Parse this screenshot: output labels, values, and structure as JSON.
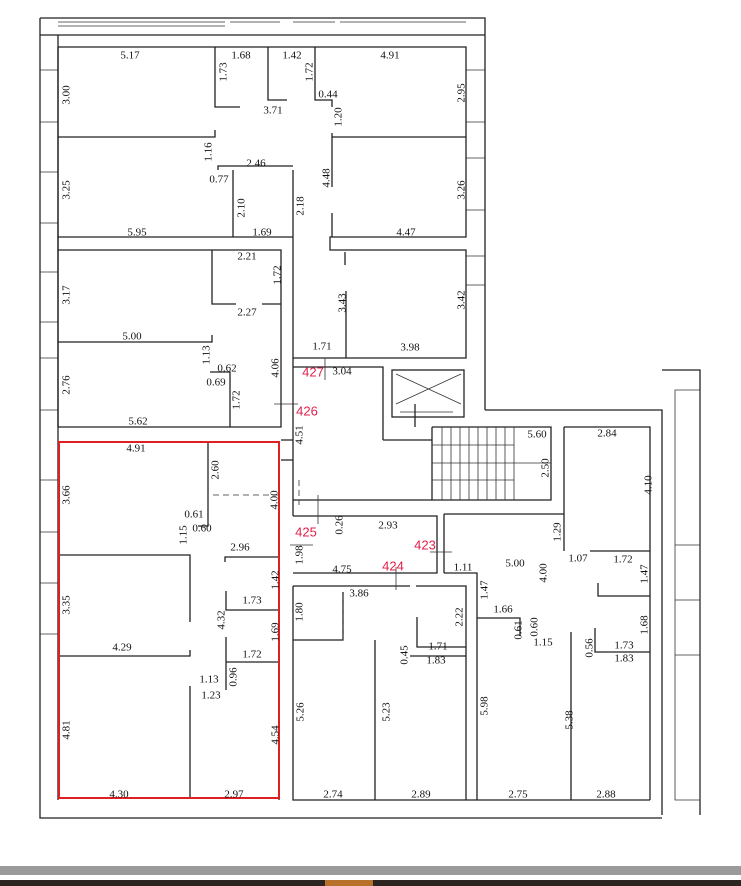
{
  "rooms": {
    "r427": "427",
    "r426": "426",
    "r425": "425",
    "r424": "424",
    "r423": "423"
  },
  "highlight_color": "#e02020",
  "labels": [
    "5.17",
    "1.68",
    "1.42",
    "4.91",
    "1.73",
    "1.72",
    "3.00",
    "2.95",
    "0.44",
    "3.71",
    "1.20",
    "1.16",
    "2.46",
    "0.77",
    "4.48",
    "3.25",
    "3.26",
    "2.10",
    "2.18",
    "5.95",
    "1.69",
    "4.47",
    "2.21",
    "1.72",
    "3.17",
    "2.27",
    "3.43",
    "3.42",
    "5.00",
    "1.13",
    "1.71",
    "3.98",
    "0.62",
    "3.04",
    "4.06",
    "0.69",
    "2.76",
    "1.72",
    "5.62",
    "4.51",
    "4.91",
    "2.60",
    "3.66",
    "4.00",
    "0.61",
    "0.60",
    "0.26",
    "2.93",
    "1.15",
    "2.96",
    "1.98",
    "4.75",
    "1.11",
    "5.00",
    "1.29",
    "1.07",
    "1.72",
    "4.00",
    "1.47",
    "1.42",
    "3.86",
    "1.73",
    "3.35",
    "1.80",
    "4.32",
    "1.47",
    "2.22",
    "1.66",
    "0.61",
    "0.60",
    "1.15",
    "1.68",
    "0.56",
    "1.73",
    "1.83",
    "1.69",
    "0.45",
    "1.71",
    "1.83",
    "4.29",
    "1.72",
    "1.13",
    "0.96",
    "1.23",
    "5.26",
    "5.23",
    "5.98",
    "5.38",
    "4.81",
    "4.54",
    "4.30",
    "2.97",
    "2.74",
    "2.89",
    "2.75",
    "2.88",
    "2.84",
    "4.10",
    "5.60",
    "2.50"
  ]
}
